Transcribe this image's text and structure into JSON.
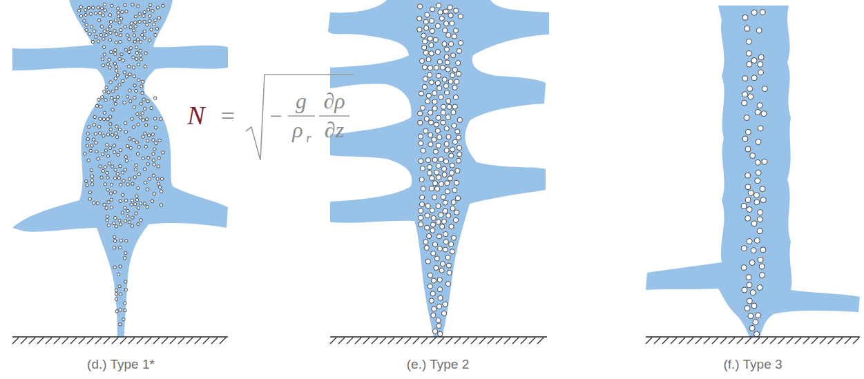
{
  "diagram": {
    "labels": [
      "N",
      "=",
      "−",
      "g",
      "ρ",
      "r",
      "∂ρ",
      "∂z",
      "(d.) Type 1*",
      "(e.) Type 2",
      "(f.) Type 3"
    ]
  }
}
